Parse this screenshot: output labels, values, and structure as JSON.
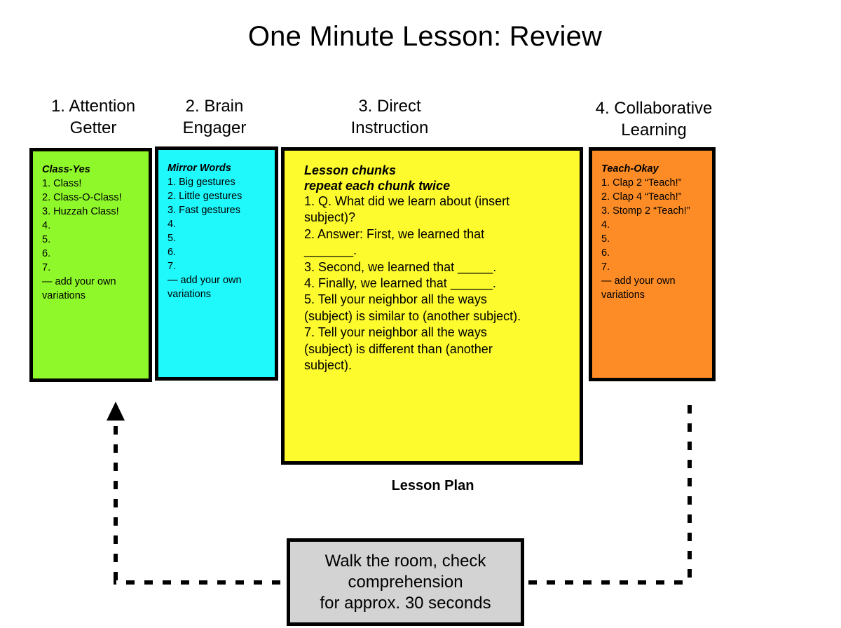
{
  "title": "One Minute Lesson: Review",
  "columns": [
    {
      "heading_lines": [
        "1. Attention",
        "Getter"
      ],
      "card_title": "Class-Yes",
      "items": [
        "1.  Class!",
        "2.  Class-O-Class!",
        "3.  Huzzah Class!",
        "4.",
        "5.",
        "6.",
        "7.",
        "— add your own variations"
      ],
      "color": "#8ef82a"
    },
    {
      "heading_lines": [
        "2. Brain",
        "Engager"
      ],
      "card_title": "Mirror Words",
      "items": [
        "1.  Big gestures",
        "2.  Little gestures",
        "3.  Fast gestures",
        "4.",
        "5.",
        "6.",
        "7.",
        "— add your own variations"
      ],
      "color": "#1ff9fc"
    },
    {
      "heading_lines": [
        "3. Direct",
        "Instruction"
      ],
      "card_title_lines": [
        "Lesson chunks",
        "repeat each chunk twice"
      ],
      "items": [
        "1.  Q.  What did we learn about (insert subject)?",
        "2.  Answer:  First, we learned that _______.",
        "3.  Second, we learned that _____.",
        "4.  Finally, we learned that ______.",
        "5.  Tell your neighbor all the ways (subject) is similar to (another subject).",
        "7.  Tell your neighbor all the ways (subject) is different than (another subject)."
      ],
      "color": "#fdfb2e",
      "caption": "Lesson Plan"
    },
    {
      "heading_lines": [
        "4. Collaborative",
        "Learning"
      ],
      "card_title": "Teach-Okay",
      "items": [
        "1.  Clap 2 “Teach!”",
        "2.  Clap 4 “Teach!”",
        "3.  Stomp 2 “Teach!”",
        "4.",
        "5.",
        "6.",
        "7.",
        "— add your own variations"
      ],
      "color": "#fd8c26"
    }
  ],
  "walk_box": {
    "lines": [
      "Walk the room, check",
      "comprehension",
      "for approx. 30 seconds"
    ],
    "color": "#d3d3d3"
  }
}
